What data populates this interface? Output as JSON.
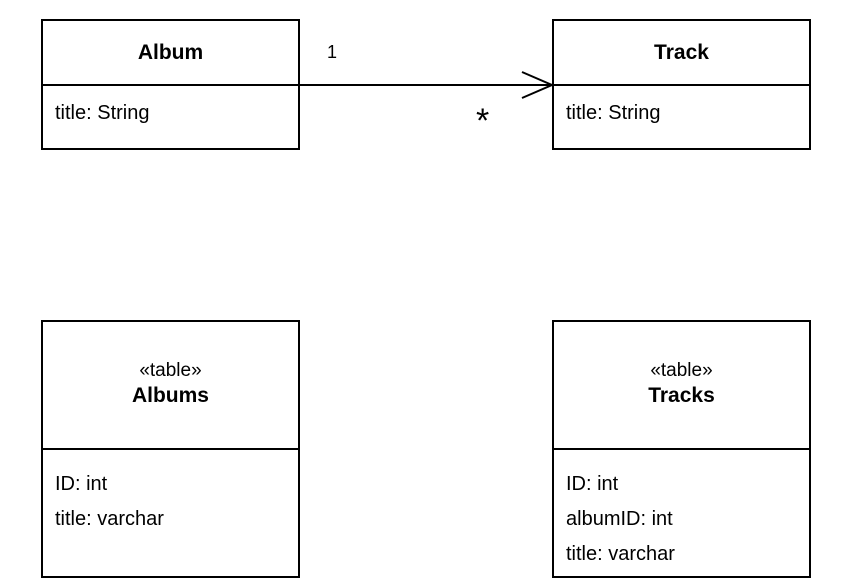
{
  "classes": {
    "album": {
      "name": "Album",
      "attributes": [
        "title: String"
      ]
    },
    "track": {
      "name": "Track",
      "attributes": [
        "title: String"
      ]
    }
  },
  "tables": {
    "albums": {
      "stereotype": "«table»",
      "name": "Albums",
      "columns": [
        "ID: int",
        "title: varchar"
      ]
    },
    "tracks": {
      "stereotype": "«table»",
      "name": "Tracks",
      "columns": [
        "ID: int",
        "albumID: int",
        "title: varchar"
      ]
    }
  },
  "association": {
    "source_multiplicity": "1",
    "target_multiplicity": "*",
    "navigable_to": "Track"
  }
}
